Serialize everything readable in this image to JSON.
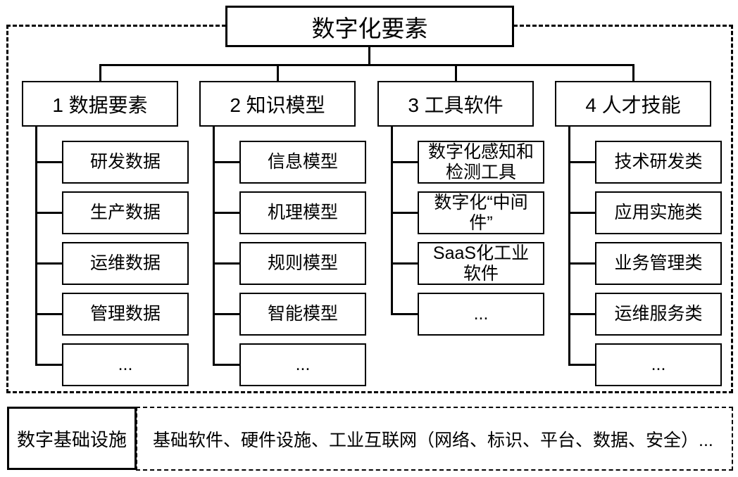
{
  "root": {
    "label": "数字化要素"
  },
  "columns": [
    {
      "label": "1 数据要素",
      "children": [
        "研发数据",
        "生产数据",
        "运维数据",
        "管理数据",
        "..."
      ]
    },
    {
      "label": "2 知识模型",
      "children": [
        "信息模型",
        "机理模型",
        "规则模型",
        "智能模型",
        "..."
      ]
    },
    {
      "label": "3 工具软件",
      "children": [
        "数字化感知和\n检测工具",
        "数字化“中间\n件”",
        "SaaS化工业\n软件",
        "..."
      ]
    },
    {
      "label": "4 人才技能",
      "children": [
        "技术研发类",
        "应用实施类",
        "业务管理类",
        "运维服务类",
        "..."
      ]
    }
  ],
  "infrastructure": {
    "label": "数字基础设施",
    "description": "基础软件、硬件设施、工业互联网（网络、标识、平台、数据、安全）..."
  },
  "colors": {
    "stroke": "#000000",
    "background": "#ffffff"
  }
}
